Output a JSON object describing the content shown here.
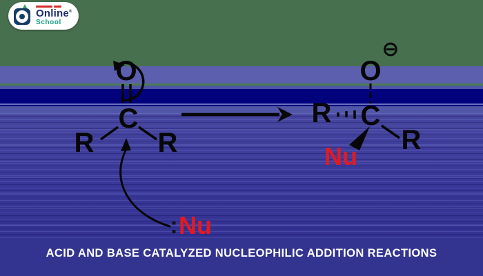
{
  "logo": {
    "name_line1": "Online",
    "registered_mark": "®",
    "name_line2": "School"
  },
  "caption": "ACID AND BASE CATALYZED NUCLEOPHILIC ADDITION REACTIONS",
  "reaction": {
    "description": "Nucleophilic addition to a carbonyl: Nu attacks carbonyl carbon, pi electrons shift to oxygen giving alkoxide",
    "reactant": {
      "oxygen": "O",
      "carbon": "C",
      "r_left": "R",
      "r_right": "R"
    },
    "nucleophile": {
      "lone_pair": ":",
      "label": "Nu"
    },
    "product": {
      "oxygen": "O",
      "negative_charge": "⊖",
      "carbon": "C",
      "r_left": "R",
      "r_right": "R",
      "nu_label": "Nu"
    }
  },
  "colors": {
    "nucleophile_red": "#e11a23",
    "background_green": "#47704f",
    "band_periwinkle": "#5b5fae",
    "band_navy": "#02027c",
    "bottom_indigo": "#333390",
    "logo_navy": "#1c2e6e",
    "logo_teal": "#16a085",
    "bond_black": "#070707",
    "caption_white": "#ffffff"
  }
}
